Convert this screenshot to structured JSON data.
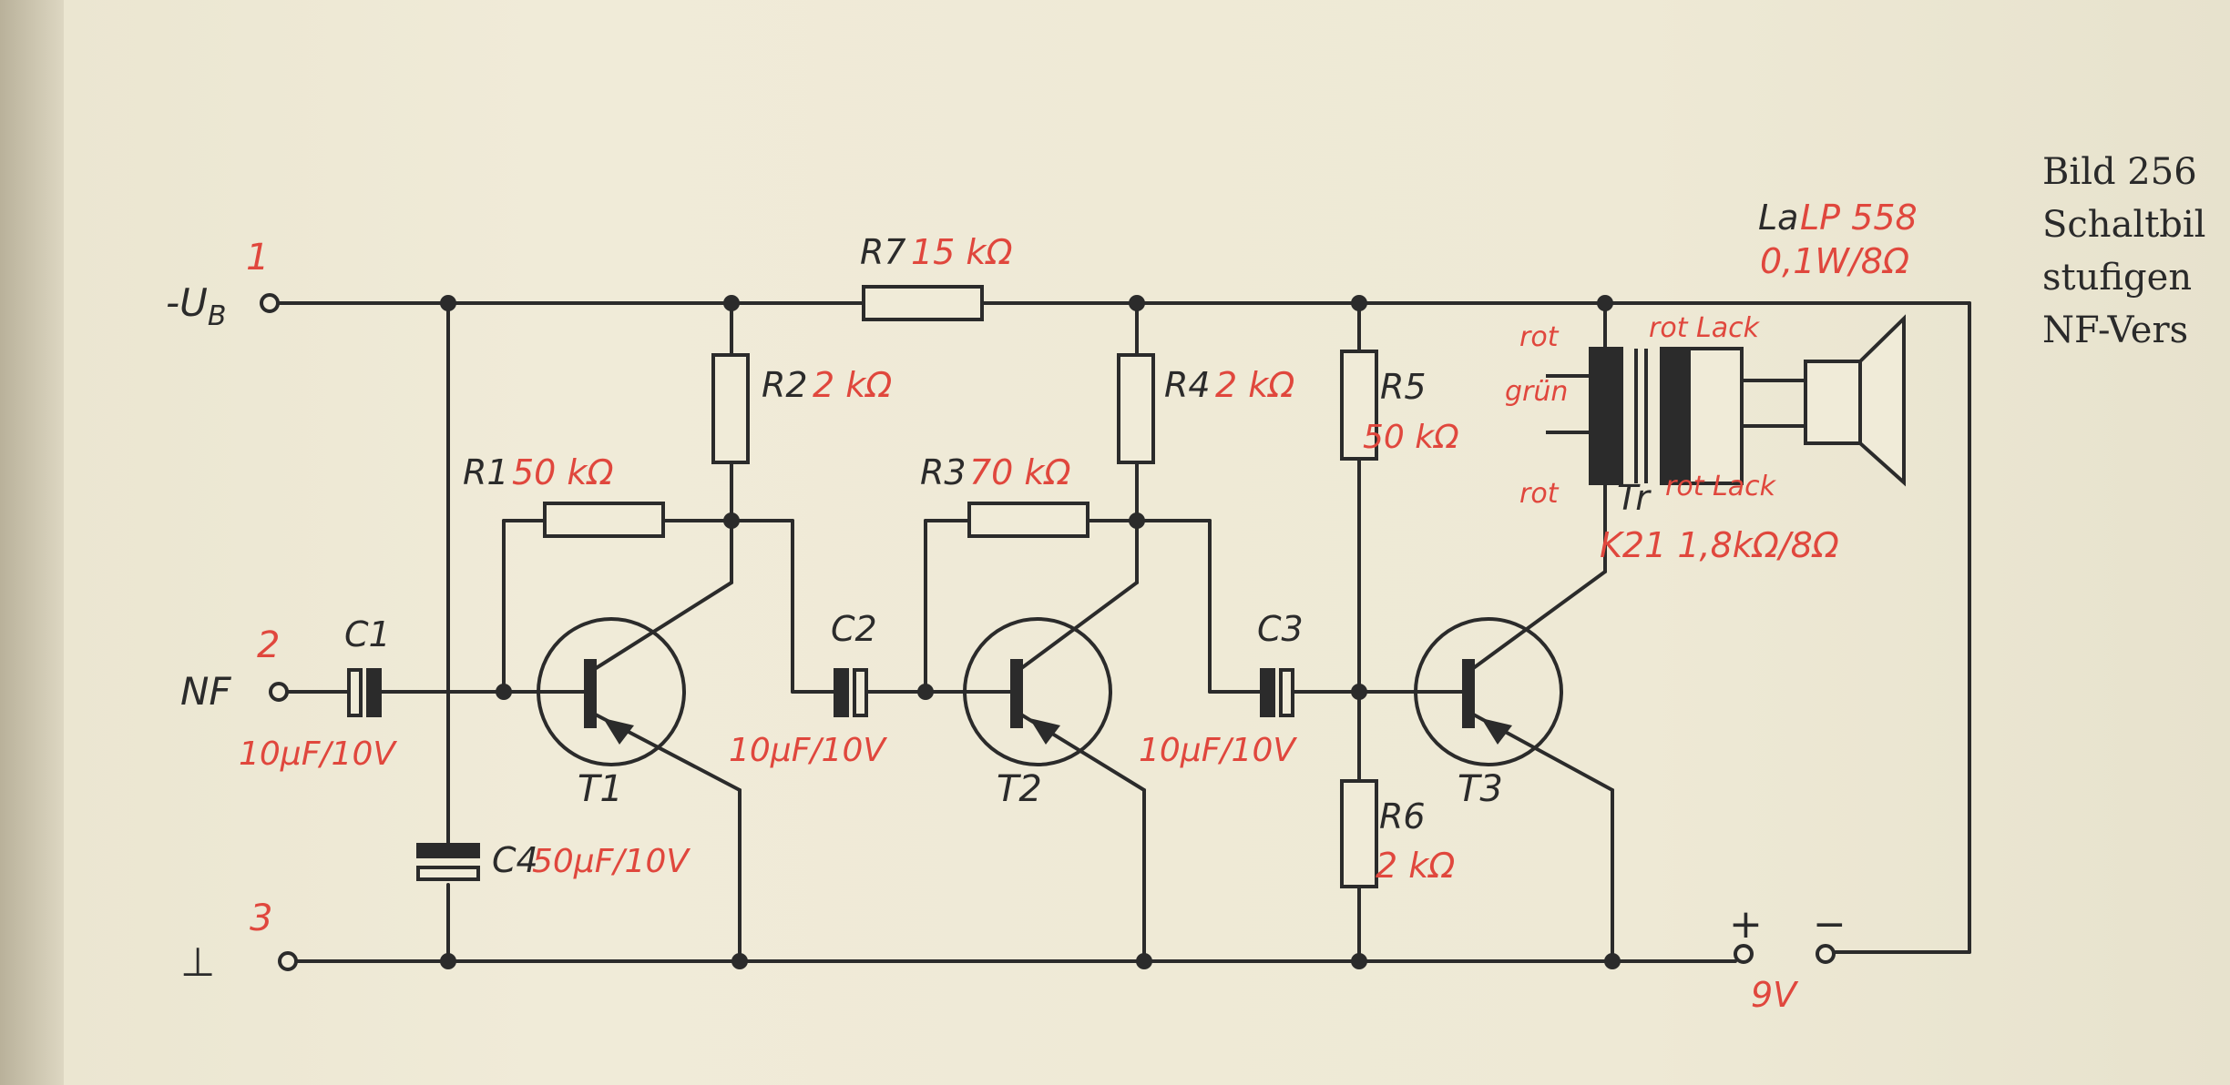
{
  "colors": {
    "ink": "#2b2b2b",
    "annotation": "#e0473d",
    "paper": "#eee9d5"
  },
  "terminals": {
    "t1_number": "1",
    "t1_label": "-U",
    "t1_sub": "B",
    "t2_number": "2",
    "t2_label": "NF",
    "t3_number": "3",
    "t3_label": "⊥"
  },
  "components": {
    "r7_name": "R7",
    "r7_value": "15 kΩ",
    "r2_name": "R2",
    "r2_value": "2 kΩ",
    "r1_name": "R1",
    "r1_value": "50 kΩ",
    "r4_name": "R4",
    "r4_value": "2 kΩ",
    "r3_name": "R3",
    "r3_value": "70 kΩ",
    "r5_name": "R5",
    "r5_value": "50 kΩ",
    "r6_name": "R6",
    "r6_value": "2 kΩ",
    "c1_name": "C1",
    "c1_value": "10µF/10V",
    "c2_name": "C2",
    "c2_value": "10µF/10V",
    "c3_name": "C3",
    "c3_value": "10µF/10V",
    "c4_name": "C4",
    "c4_value": "50µF/10V",
    "t1_name": "T1",
    "t2_name": "T2",
    "t3_name": "T3",
    "tr_name": "Tr",
    "tr_spec": "K21 1,8kΩ/8Ω",
    "tr_wire_top_left": "rot",
    "tr_wire_mid_left": "grün",
    "tr_wire_bottom_left": "rot",
    "tr_wire_top_right": "rot Lack",
    "tr_wire_bottom_right": "rot Lack",
    "speaker_name": "La",
    "speaker_model": "LP 558",
    "speaker_rating": "0,1W/8Ω"
  },
  "battery": {
    "plus": "+",
    "minus": "−",
    "voltage": "9V"
  },
  "caption": {
    "line1": "Bild 256",
    "line2": "Schaltbil",
    "line3": "stufigen ",
    "line4": "NF-Vers"
  }
}
